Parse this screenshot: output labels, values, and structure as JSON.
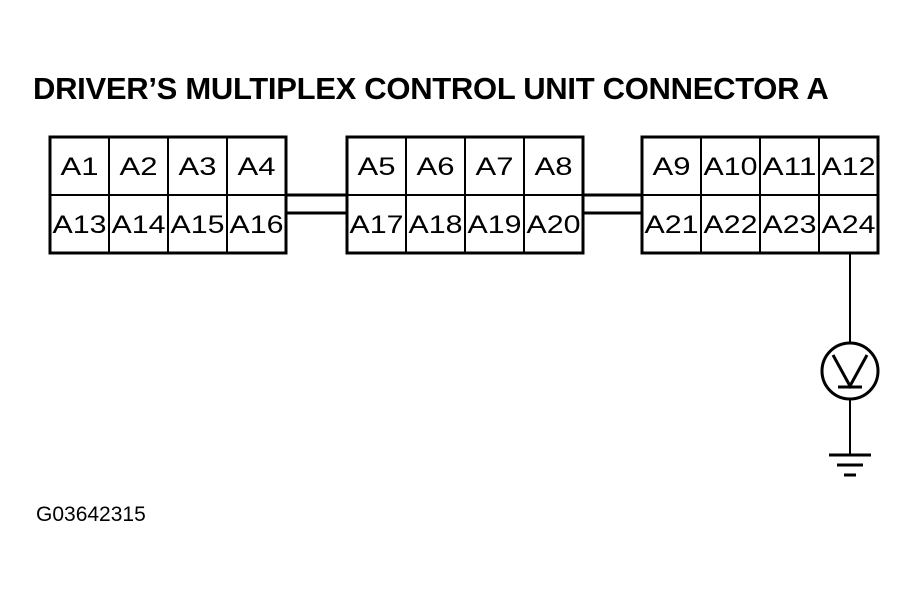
{
  "title": "DRIVER’S MULTIPLEX CONTROL UNIT CONNECTOR A",
  "figure_code": "G03642315",
  "connector_blocks": [
    {
      "top_row": [
        "A1",
        "A2",
        "A3",
        "A4"
      ],
      "bottom_row": [
        "A13",
        "A14",
        "A15",
        "A16"
      ]
    },
    {
      "top_row": [
        "A5",
        "A6",
        "A7",
        "A8"
      ],
      "bottom_row": [
        "A17",
        "A18",
        "A19",
        "A20"
      ]
    },
    {
      "top_row": [
        "A9",
        "A10",
        "A11",
        "A12"
      ],
      "bottom_row": [
        "A21",
        "A22",
        "A23",
        "A24"
      ]
    }
  ],
  "meter_symbol": "voltmeter-icon",
  "ground_symbol": "ground-icon",
  "line_color": "#000000"
}
